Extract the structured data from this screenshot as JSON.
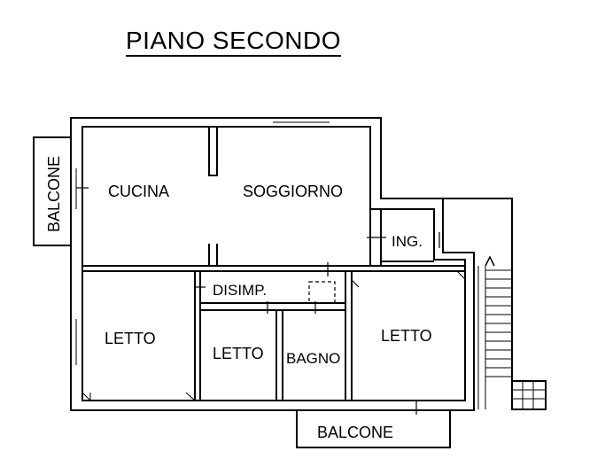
{
  "title": "PIANO SECONDO",
  "rooms": {
    "cucina": "CUCINA",
    "soggiorno": "SOGGIORNO",
    "ingresso": "ING.",
    "disimpegno": "DISIMP.",
    "letto_1": "LETTO",
    "letto_2": "LETTO",
    "bagno": "BAGNO",
    "letto_3": "LETTO",
    "balcone_west": "BALCONE",
    "balcone_south": "BALCONE"
  }
}
